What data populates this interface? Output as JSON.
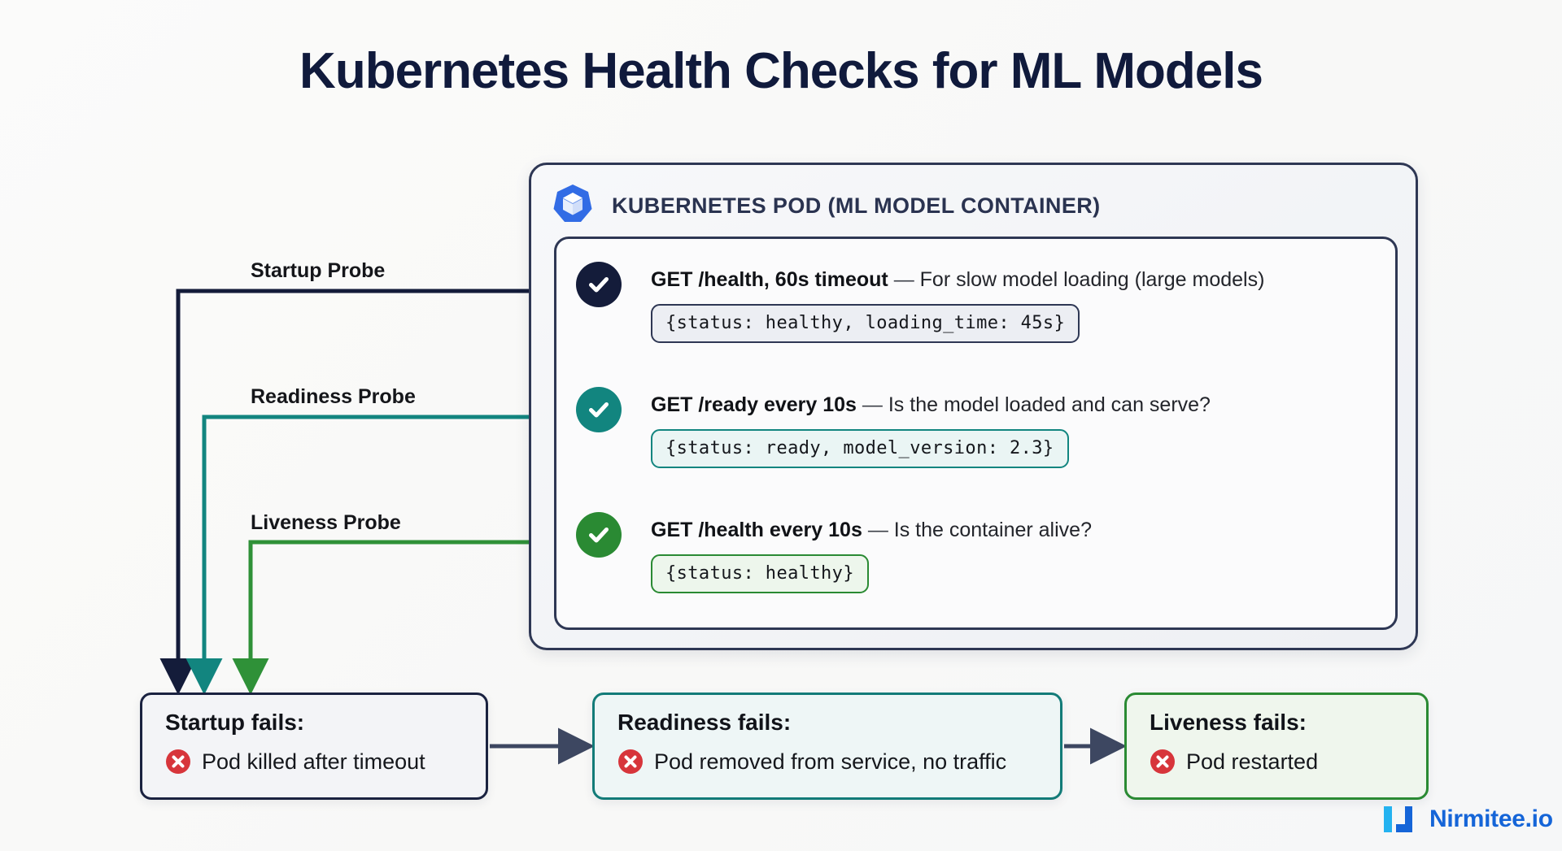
{
  "page": {
    "title": "Kubernetes Health Checks for ML Models",
    "background": "#fafafa",
    "title_color": "#101a3c"
  },
  "pod": {
    "header_title": "KUBERNETES POD (ML MODEL CONTAINER)",
    "logo_icon": "kubernetes-logo-icon",
    "border_color": "#2e3754",
    "probes": [
      {
        "id": "startup",
        "side_label": "Startup Probe",
        "status_icon": "check-circle-icon",
        "accent": "#141c3a",
        "endpoint": "GET /health, 60s timeout",
        "dash": "—",
        "description": "For slow model loading (large models)",
        "response": "{status: healthy, loading_time: 45s}"
      },
      {
        "id": "readiness",
        "side_label": "Readiness Probe",
        "status_icon": "check-circle-icon",
        "accent": "#12857f",
        "endpoint": "GET /ready every 10s",
        "dash": "—",
        "description": "Is the model loaded and can serve?",
        "response": "{status: ready, model_version: 2.3}"
      },
      {
        "id": "liveness",
        "side_label": "Liveness Probe",
        "status_icon": "check-circle-icon",
        "accent": "#2a8a33",
        "endpoint": "GET /health every 10s",
        "dash": "—",
        "description": "Is the container alive?",
        "response": "{status: healthy}"
      }
    ]
  },
  "failures": [
    {
      "id": "startup",
      "title": "Startup fails:",
      "icon": "x-circle-icon",
      "text": "Pod killed after timeout",
      "border_color": "#1a2240"
    },
    {
      "id": "readiness",
      "title": "Readiness fails:",
      "icon": "x-circle-icon",
      "text": "Pod removed from service, no traffic",
      "border_color": "#127b78"
    },
    {
      "id": "liveness",
      "title": "Liveness fails:",
      "icon": "x-circle-icon",
      "text": "Pod restarted",
      "border_color": "#2a8a33"
    }
  ],
  "brand": {
    "name": "Nirmitee.io",
    "icon": "nirmitee-logo-icon",
    "color": "#1565d8"
  }
}
